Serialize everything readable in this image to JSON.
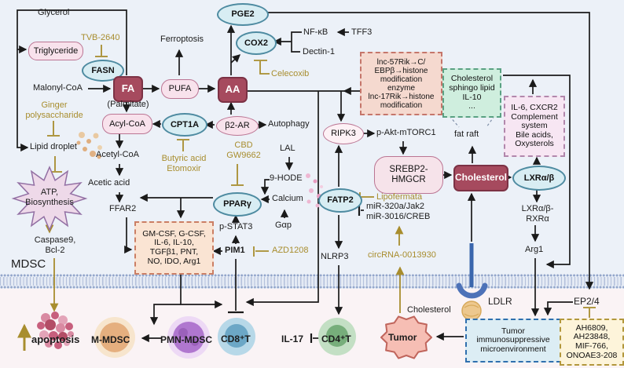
{
  "palette": {
    "background_cell": "#ecf1f8",
    "background_extracellular": "#faf3f5",
    "enzyme_fill": "#d8edf3",
    "enzyme_border": "#4e8ba1",
    "metabolite_fill": "#f8e2ec",
    "metabolite_border": "#bb7593",
    "key_node_fill": "#a64a5e",
    "drug_gold": "#a88d2e",
    "membrane": "#b3c0db",
    "ldlr_blue": "#3a66ad"
  },
  "labels": {
    "glycerol": "Glycerol",
    "tvb2640": "TVB-2640",
    "triglyceride": "Triglyceride",
    "fasn": "FASN",
    "malonyl_coa": "Malonyl-CoA",
    "fa": "FA",
    "palmitate": "(Palmitate)",
    "ferroptosis": "Ferroptosis",
    "pufa": "PUFA",
    "aa": "AA",
    "pge2": "PGE2",
    "cox2": "COX2",
    "nfkb": "NF-κB",
    "tff3": "TFF3",
    "dectin1": "Dectin-1",
    "celecoxib": "Celecoxib",
    "ginger": "Ginger\npolysaccharide",
    "lipid_droplet": "Lipid droplet",
    "atp": "ATP,\nBiosynthesis",
    "caspase": "Caspase9,\nBcl-2",
    "mdsc": "MDSC",
    "acyl_coa": "Acyl-CoA",
    "cpt1a": "CPT1A",
    "butyric": "Butyric acid\nEtomoxir",
    "acetyl_coa": "Acetyl-CoA",
    "acetic_acid": "Acetic acid",
    "ffar2": "FFAR2",
    "gm_csf_box": "GM-CSF, G-CSF,\nIL-6, IL-10,\nTGFβ1, PNT,\nNO, IDO, Arg1",
    "b2ar": "β2-AR",
    "autophagy": "Autophagy",
    "lal": "LAL",
    "hode9": "9-HODE",
    "calcium": "Calcium",
    "gap": "Gαp",
    "cbd": "CBD\nGW9662",
    "pparg": "PPARγ",
    "pstat3": "p-STAT3",
    "pim1": "PIM1",
    "azd1208": "AZD1208",
    "ripk3": "RIPK3",
    "pakt": "p-Akt-mTORC1",
    "lnc_box": "lnc-57Rik→C/\nEBPβ→histone\nmodification\nenzyme\nlnc-17Rik→histone\nmodification",
    "chol_sphingo_box": "Cholesterol\nsphingo lipid\nIL-10\n...",
    "fat_raft": "fat raft",
    "srebp2": "SREBP2-\nHMGCR",
    "cholesterol_node": "Cholesterol",
    "lipofermata": "Lipofermata",
    "mirs": "miR-320a/Jak2\nmiR-3016/CREB",
    "fatp2": "FATP2",
    "nlrp3": "NLRP3",
    "circrna": "circRNA-0013930",
    "lxr": "LXRα/β",
    "il6_box": "IL-6, CXCR2\nComplement\nsystem\nBile acids,\nOxysterols",
    "lxr_rxr": "LXRα/β-\nRXRα",
    "arg1": "Arg1",
    "ldlr": "LDLR",
    "cholesterol_label": "Cholesterol",
    "ep24": "EP2/4",
    "tumor_box": "Tumor\nimmunosuppressive\nmicroenvironment",
    "inhibitor_box": "AH6809,\nAH23848,\nMIF-766,\nONOAE3-208",
    "apoptosis": "apoptosis",
    "m_mdsc": "M-MDSC",
    "pmn_mdsc": "PMN-MDSC",
    "cd8t": "CD8⁺T",
    "il17": "IL-17",
    "cd4t": "CD4⁺T",
    "tumor": "Tumor"
  }
}
